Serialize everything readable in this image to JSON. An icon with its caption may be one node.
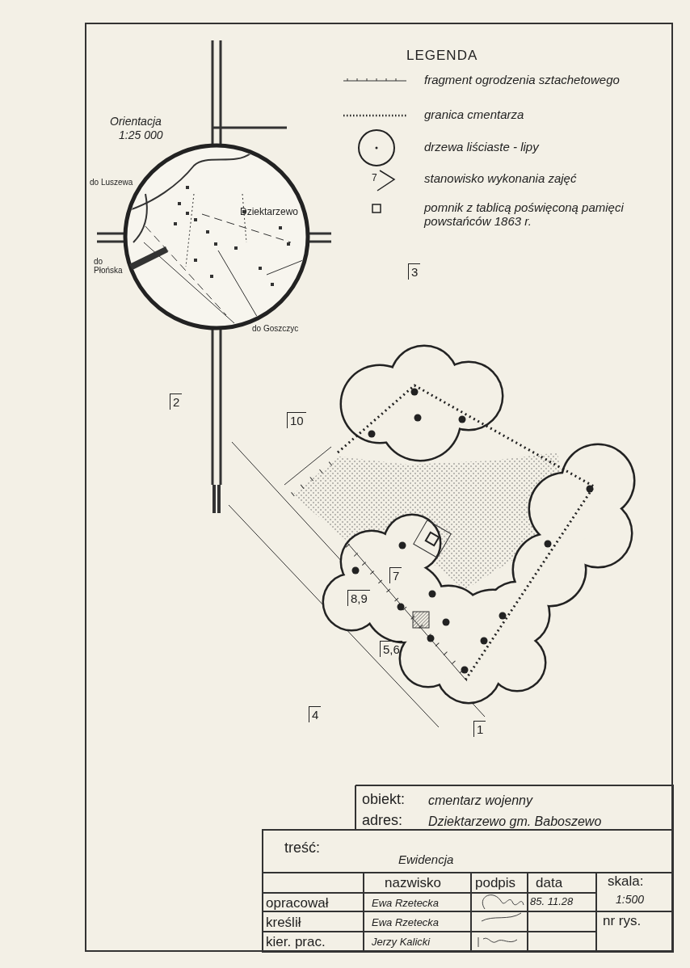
{
  "diagram": {
    "labels": [
      "LEGENDA",
      "7",
      "Orientacja",
      "1:25 000",
      "do Luszewa",
      "Dziektarzewo",
      "do Płońska",
      "do Goszczyc",
      "3",
      "2",
      "10",
      "7",
      "8,9",
      "5,6",
      "4",
      "1",
      "obiekt:",
      "cmentarz wojenny",
      "adres:",
      "Dziektarzewo gm. Baboszewo",
      "treść:",
      "Ewidencja",
      "nazwisko",
      "podpis",
      "data",
      "skala:",
      "opracował",
      "Ewa Rzetecka",
      "85. 11.28",
      "1:500",
      "kreślił",
      "Ewa Rzetecka",
      "nr rys.",
      "kier. prac.",
      "Jerzy Kalicki"
    ],
    "legend": [
      {
        "text": "fragment ogrodzenia sztachetowego"
      },
      {
        "text": "granica cmentarza"
      },
      {
        "text": "drzewa liściaste - lipy"
      },
      {
        "text": "stanowisko wykonania zajęć"
      },
      {
        "text": "pomnik z tablicą poświęconą pamięci powstańców 1863 r."
      }
    ]
  }
}
